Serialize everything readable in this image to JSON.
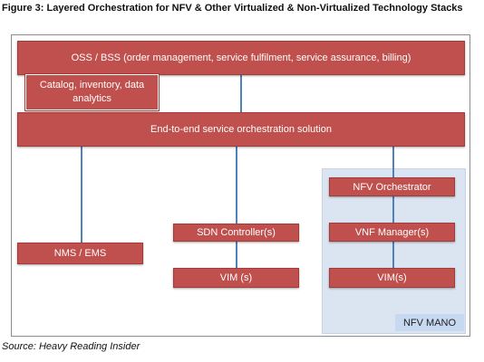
{
  "figure": {
    "title": "Figure 3: Layered Orchestration for NFV & Other Virtualized & Non-Virtualized Technology Stacks",
    "source": "Source: Heavy Reading Insider"
  },
  "diagram": {
    "oss_bss": "OSS / BSS (order management, service fulfilment, service assurance, billing)",
    "catalog": "Catalog, inventory, data analytics",
    "e2e": "End-to-end service orchestration solution",
    "nms_ems": "NMS / EMS",
    "sdn_controller": "SDN Controller(s)",
    "vim_left": "VIM (s)",
    "nfv_orchestrator": "NFV Orchestrator",
    "vnf_manager": "VNF Manager(s)",
    "vim_right": "VIM(s)",
    "mano_label": "NFV MANO"
  },
  "colors": {
    "box_fill": "#c0504d",
    "connector": "#4f81bd",
    "mano_panel": "#dbe5f1",
    "mano_label": "#c6d9f1"
  }
}
